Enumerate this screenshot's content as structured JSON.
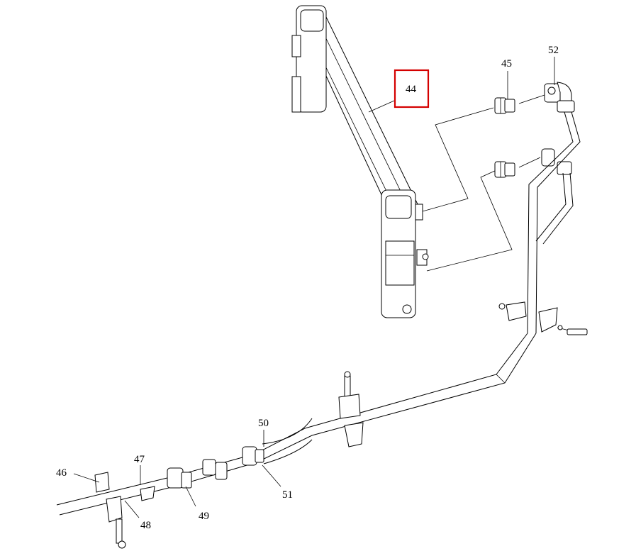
{
  "diagram": {
    "callouts": [
      {
        "id": "44",
        "text": "44"
      },
      {
        "id": "45",
        "text": "45"
      },
      {
        "id": "46",
        "text": "46"
      },
      {
        "id": "47",
        "text": "47"
      },
      {
        "id": "48",
        "text": "48"
      },
      {
        "id": "49",
        "text": "49"
      },
      {
        "id": "50",
        "text": "50"
      },
      {
        "id": "51",
        "text": "51"
      },
      {
        "id": "52",
        "text": "52"
      }
    ],
    "highlight": {
      "callout": "44",
      "color": "#d40000"
    }
  }
}
